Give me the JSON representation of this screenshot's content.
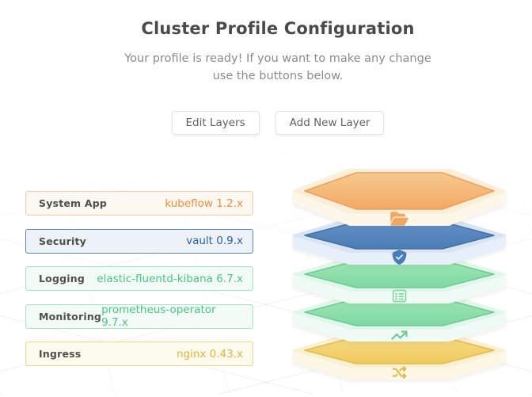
{
  "header": {
    "title": "Cluster Profile Configuration",
    "subtitle_line1": "Your profile is ready! If you want to make any change",
    "subtitle_line2": "use the buttons below."
  },
  "actions": {
    "edit_layers_label": "Edit Layers",
    "add_new_layer_label": "Add New Layer"
  },
  "layers": [
    {
      "label": "System App",
      "value": "kubeflow 1.2.x",
      "value_color": "#ec8c3c",
      "icon": "folder-open-icon",
      "stack_color": "#f2a963"
    },
    {
      "label": "Security",
      "value": "vault 0.9.x",
      "value_color": "#2a61a8",
      "icon": "shield-check-icon",
      "stack_color": "#4c7cb4"
    },
    {
      "label": "Logging",
      "value": "elastic-fluentd-kibana 6.7.x",
      "value_color": "#4bc383",
      "icon": "list-icon",
      "stack_color": "#7fd8a1"
    },
    {
      "label": "Monitoring",
      "value": "prometheus-operator 9.7.x",
      "value_color": "#4bc383",
      "icon": "trend-up-icon",
      "stack_color": "#7fd8a1"
    },
    {
      "label": "Ingress",
      "value": "nginx 0.43.x",
      "value_color": "#dfb33e",
      "icon": "shuffle-icon",
      "stack_color": "#efc95e"
    }
  ]
}
